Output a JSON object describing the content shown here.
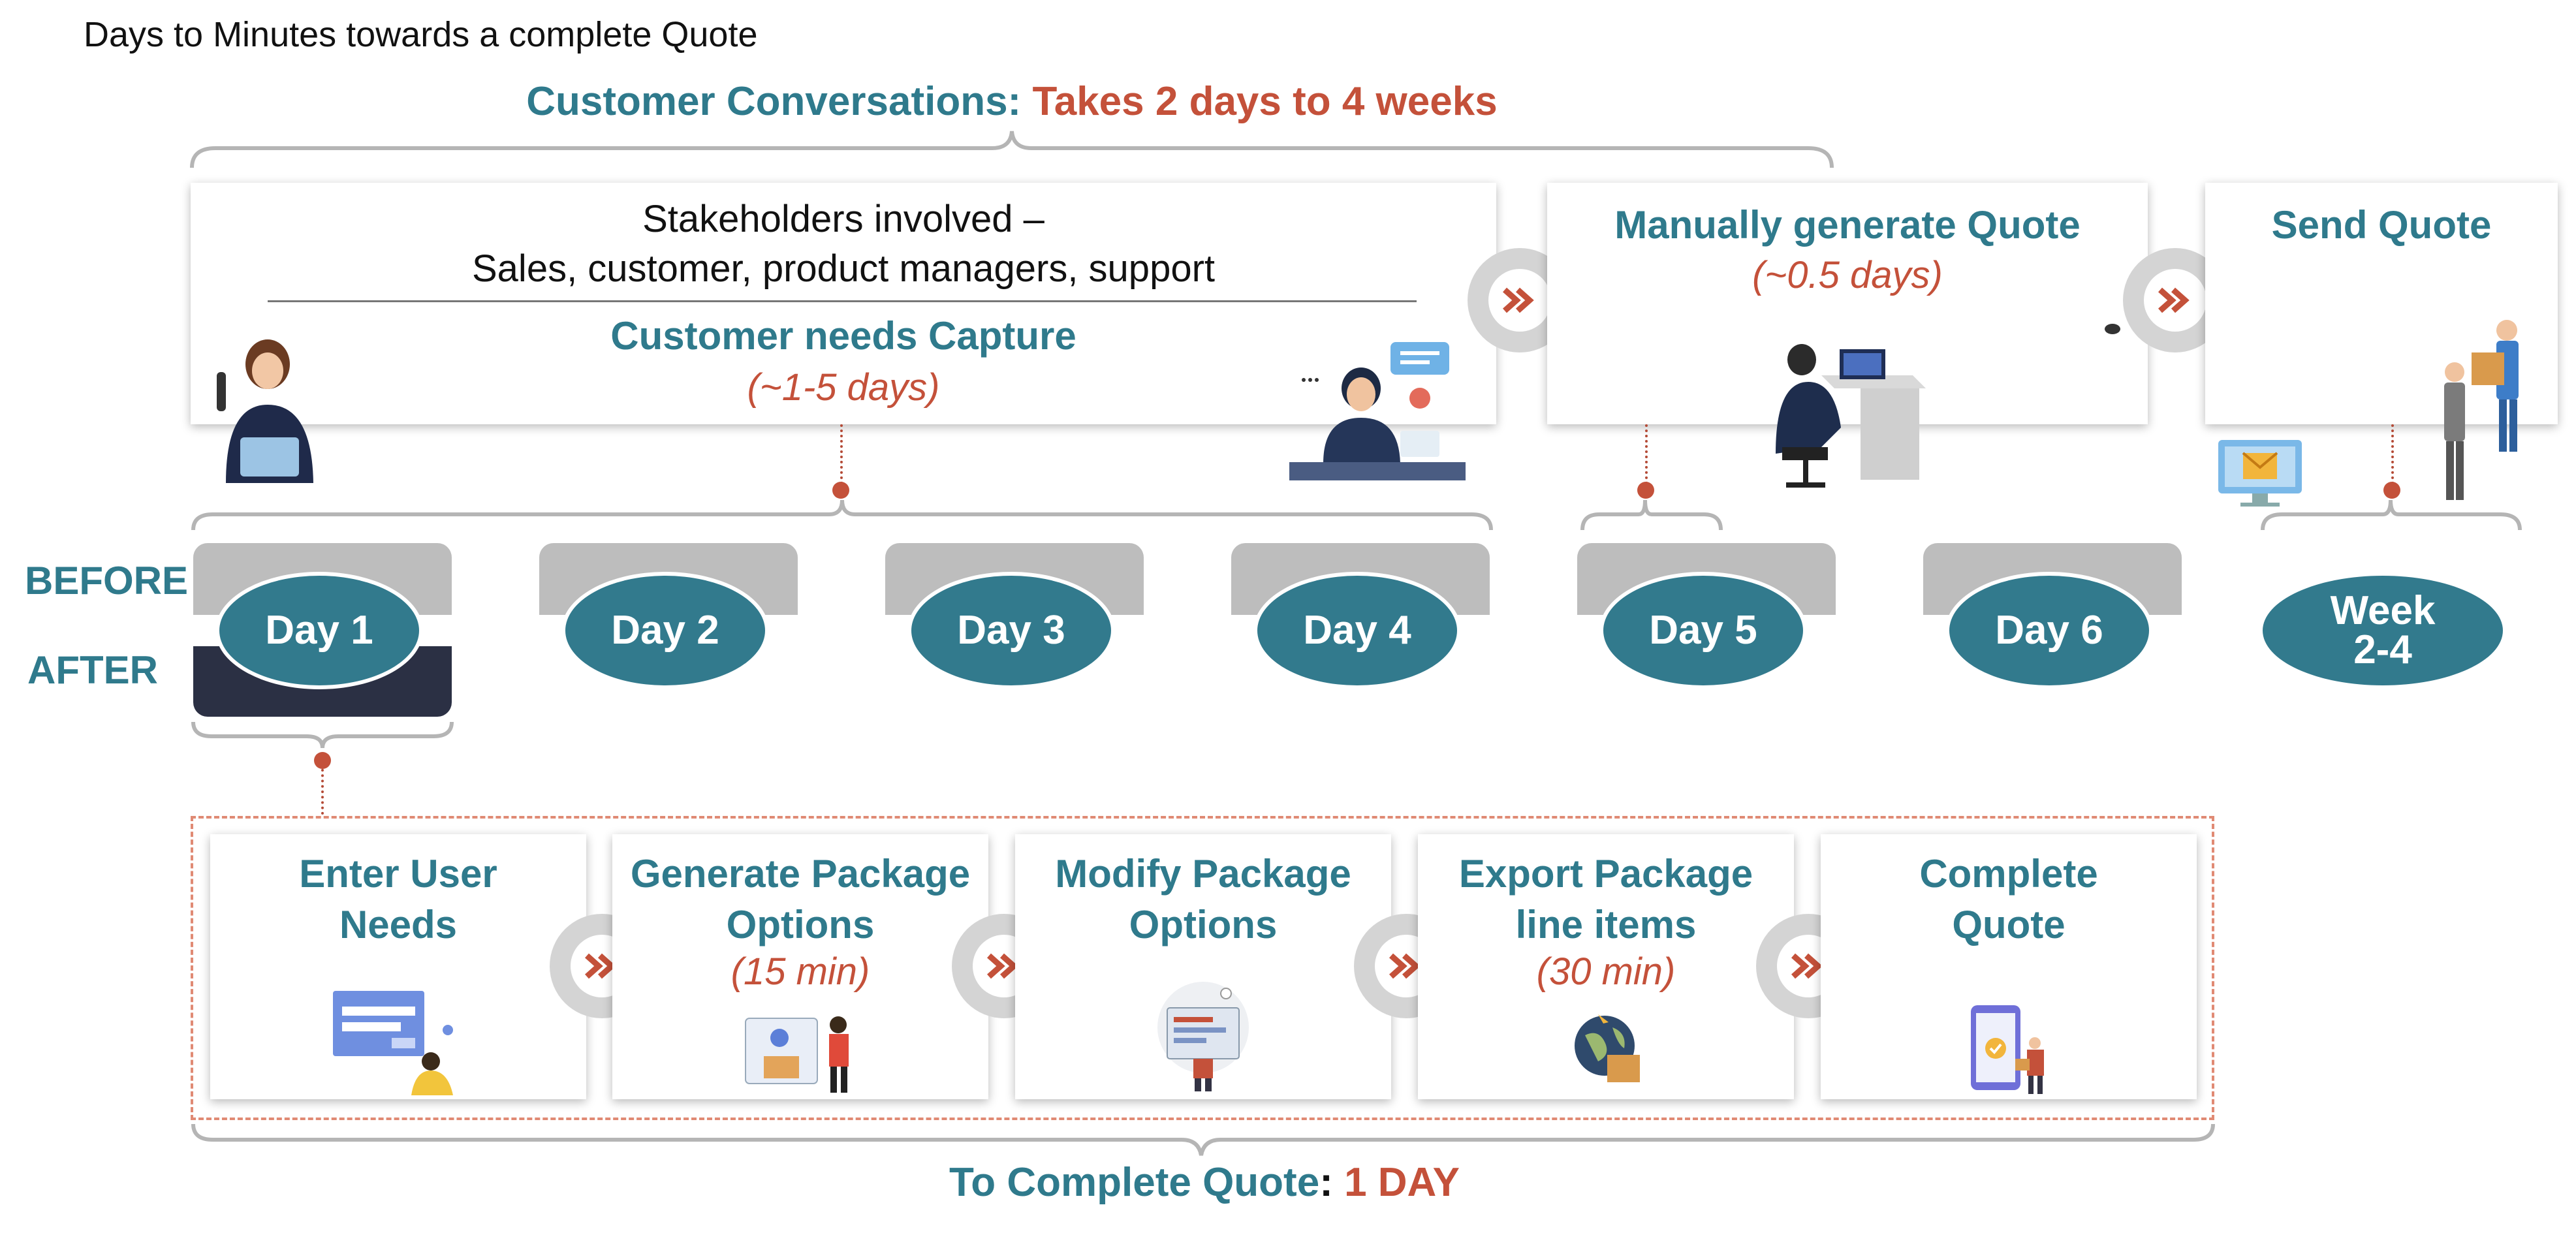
{
  "header": {
    "title": "Days to Minutes towards a complete Quote"
  },
  "conversations": {
    "label": "Customer Conversations:",
    "value": "Takes 2 days to 4 weeks"
  },
  "before_cards": {
    "capture": {
      "stakeholders_line1": "Stakeholders involved –",
      "stakeholders_line2": "Sales, customer, product managers, support",
      "title": "Customer needs Capture",
      "duration": "(~1-5 days)"
    },
    "generate": {
      "title": "Manually generate Quote",
      "duration": "(~0.5 days)"
    },
    "send": {
      "title": "Send Quote"
    }
  },
  "timeline": {
    "before_label": "BEFORE",
    "after_label": "AFTER",
    "days": [
      "Day 1",
      "Day 2",
      "Day 3",
      "Day 4",
      "Day 5",
      "Day 6"
    ],
    "week_line1": "Week",
    "week_line2": "2-4"
  },
  "after_steps": [
    {
      "line1": "Enter User",
      "line2": "Needs",
      "duration": ""
    },
    {
      "line1": "Generate Package",
      "line2": "Options",
      "duration": "(15 min)"
    },
    {
      "line1": "Modify Package",
      "line2": "Options",
      "duration": ""
    },
    {
      "line1": "Export Package",
      "line2": "line items",
      "duration": "(30 min)"
    },
    {
      "line1": "Complete",
      "line2": "Quote",
      "duration": ""
    }
  ],
  "footer": {
    "label": "To Complete Quote",
    "colon": ":",
    "value": "1 DAY"
  },
  "colors": {
    "teal": "#2f7a8c",
    "rust": "#c4513a",
    "day_oval": "#327a8d",
    "after_bar": "#2b3044",
    "cap_gray": "#bdbdbd"
  }
}
